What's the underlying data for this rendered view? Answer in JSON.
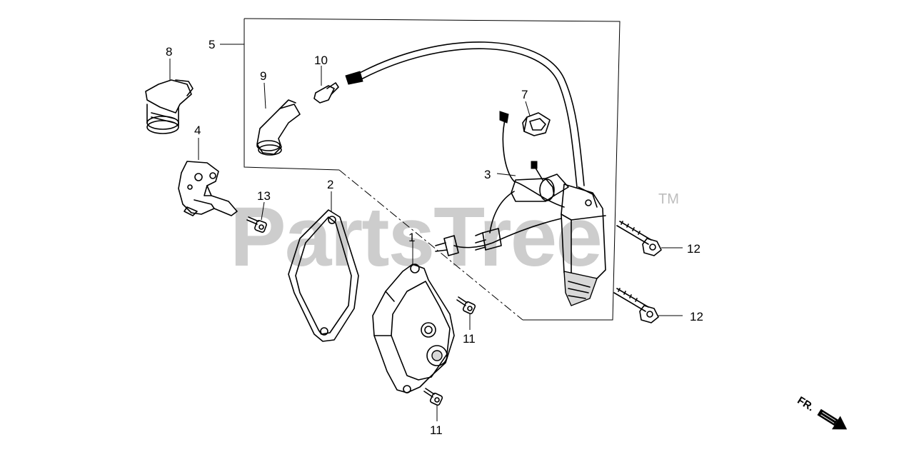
{
  "watermark": {
    "text": "PartsTree",
    "mark": "TM"
  },
  "callouts": {
    "c1": "1",
    "c2": "2",
    "c3": "3",
    "c4": "4",
    "c5": "5",
    "c7": "7",
    "c8": "8",
    "c9": "9",
    "c10": "10",
    "c11a": "11",
    "c11b": "11",
    "c12a": "12",
    "c12b": "12",
    "c13": "13"
  },
  "direction": {
    "label": "FR.",
    "icon": "arrow-icon"
  }
}
